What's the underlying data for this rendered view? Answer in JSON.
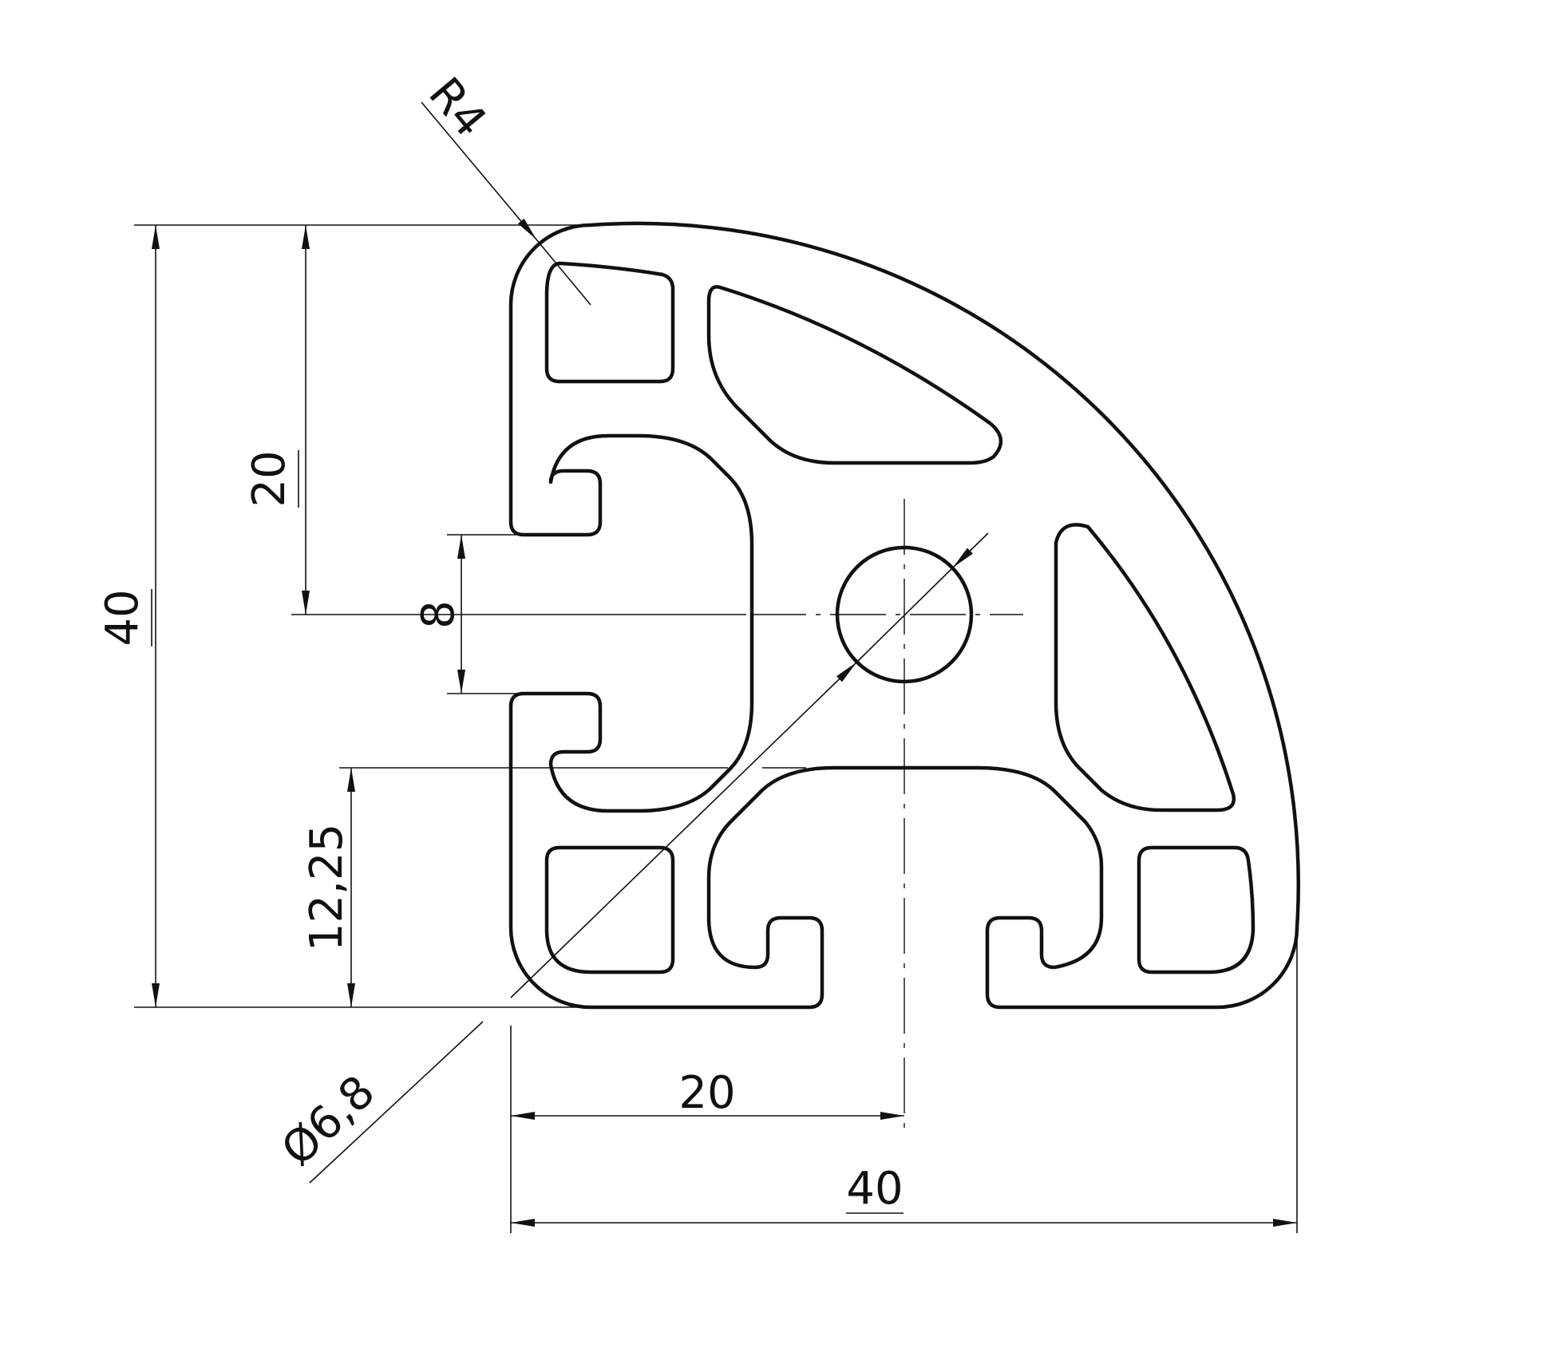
{
  "dimensions": {
    "radius": "R4",
    "height_total": "40",
    "height_half": "20",
    "slot_opening": "8",
    "slot_depth": "12,25",
    "hole_diameter": "Ø6,8",
    "width_half": "20",
    "width_total": "40"
  }
}
